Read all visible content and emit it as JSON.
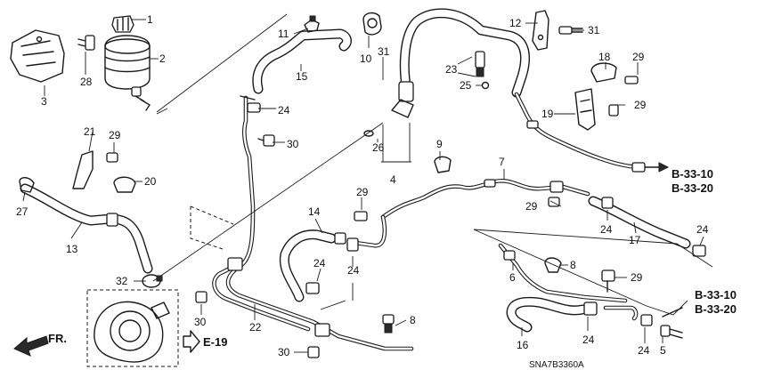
{
  "callouts": {
    "c1": "1",
    "c2": "2",
    "c3": "3",
    "c4": "4",
    "c5": "5",
    "c6": "6",
    "c7": "7",
    "c8a": "8",
    "c8b": "8",
    "c9": "9",
    "c10": "10",
    "c11": "11",
    "c12": "12",
    "c13": "13",
    "c14": "14",
    "c15": "15",
    "c16": "16",
    "c17": "17",
    "c18": "18",
    "c19": "19",
    "c20": "20",
    "c21": "21",
    "c22": "22",
    "c23": "23",
    "c24a": "24",
    "c24b": "24",
    "c24c": "24",
    "c24d": "24",
    "c24e": "24",
    "c24f": "24",
    "c24g": "24",
    "c25": "25",
    "c26": "26",
    "c27": "27",
    "c28": "28",
    "c29a": "29",
    "c29b": "29",
    "c29c": "29",
    "c29d": "29",
    "c29e": "29",
    "c29f": "29",
    "c30a": "30",
    "c30b": "30",
    "c30c": "30",
    "c31a": "31",
    "c31b": "31",
    "c32": "32"
  },
  "references": {
    "upper_a": "B-33-10",
    "upper_b": "B-33-20",
    "lower_a": "B-33-10",
    "lower_b": "B-33-20",
    "engine": "E-19",
    "front": "FR."
  },
  "diagram_code": "SNA7B3360A"
}
